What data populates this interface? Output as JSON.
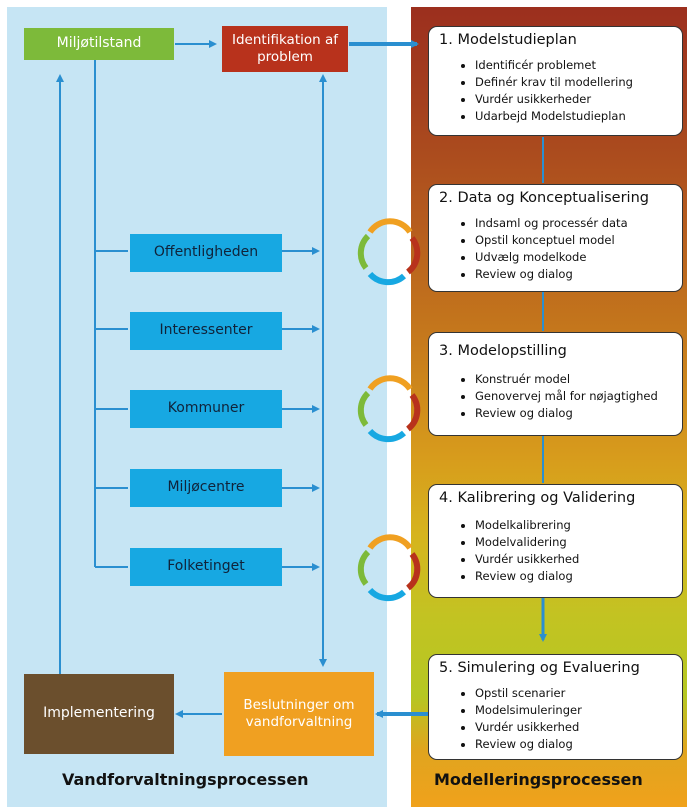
{
  "left_panel": {
    "footer": "Vandforvaltningsprocessen",
    "start": "Miljøtilstand",
    "problem": "Identifikation af problem",
    "stakeholders": [
      "Offentligheden",
      "Interessenter",
      "Kommuner",
      "Miljøcentre",
      "Folketinget"
    ],
    "decision": "Beslutninger om vandforvaltning",
    "implementation": "Implementering"
  },
  "right_panel": {
    "footer": "Modelleringsprocessen",
    "steps": [
      {
        "title": "1. Modelstudieplan",
        "items": [
          "Identificér problemet",
          "Definér krav til modellering",
          "Vurdér usikkerheder",
          "Udarbejd Modelstudieplan"
        ]
      },
      {
        "title": "2. Data og Konceptualisering",
        "items": [
          "Indsaml og processér data",
          "Opstil konceptuel model",
          "Udvælg modelkode",
          "Review og dialog"
        ]
      },
      {
        "title": "3. Modelopstilling",
        "items": [
          "Konstruér model",
          "Genovervej mål for nøjagtighed",
          "Review og dialog"
        ]
      },
      {
        "title": "4. Kalibrering og Validering",
        "items": [
          "Modelkalibrering",
          "Modelvalidering",
          "Vurdér usikkerhed",
          "Review og dialog"
        ]
      },
      {
        "title": "5. Simulering og Evaluering",
        "items": [
          "Opstil scenarier",
          "Modelsimuleringer",
          "Vurdér usikkerhed",
          "Review og dialog"
        ]
      }
    ]
  },
  "colors": {
    "left_background": "#c6e5f4",
    "start_box": "#7dba3a",
    "problem_box": "#b8321c",
    "stakeholder_box": "#17a8e2",
    "decision_box": "#f0a021",
    "implementation_box": "#6b4f2d",
    "connector": "#2a8fd0"
  },
  "icons": [
    "cycle-icon"
  ]
}
